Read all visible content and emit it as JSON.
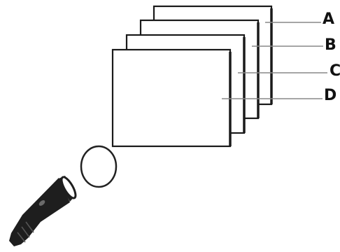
{
  "labels": {
    "a": "A",
    "b": "B",
    "c": "C",
    "d": "D"
  },
  "colors": {
    "stroke": "#1a1a1a",
    "leader_line": "#888888",
    "sheet_fill": "#ffffff",
    "torch_body": "#1e1e1e",
    "torch_grip": "#555555"
  },
  "icons": {
    "light_source": "flashlight-icon",
    "lens": "circular-lens"
  }
}
